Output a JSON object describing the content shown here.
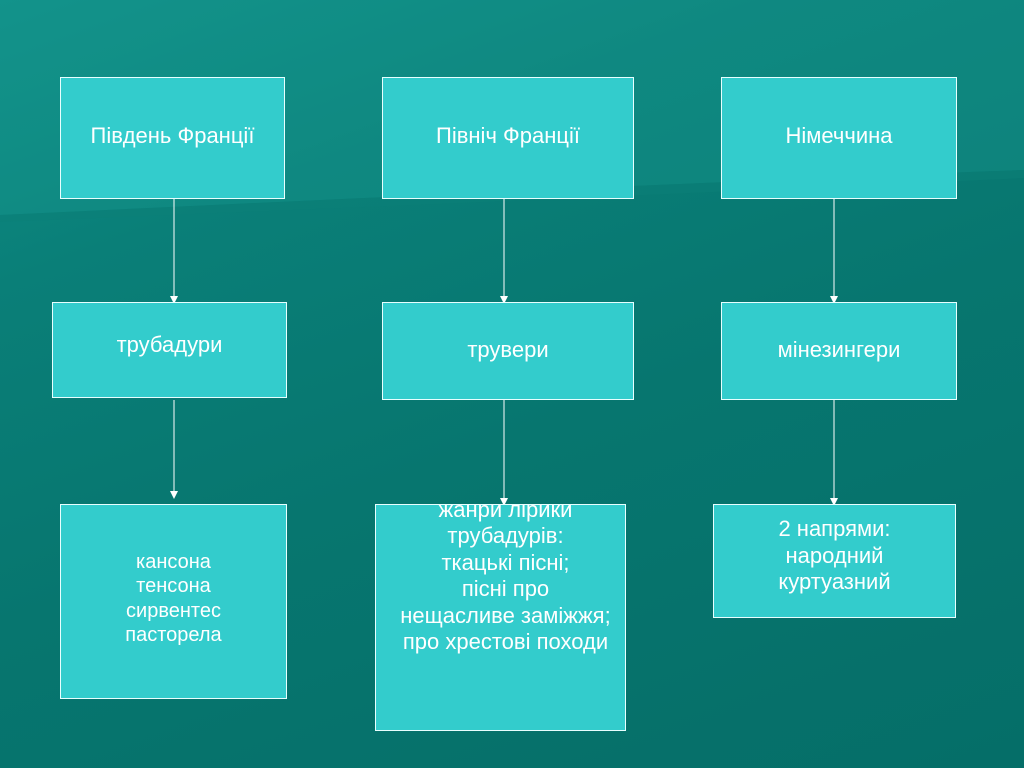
{
  "diagram": {
    "row1": {
      "left": "Південь Франції",
      "center": "Північ Франції",
      "right": "Німеччина"
    },
    "row2": {
      "left": "трубадури",
      "center": "трувери",
      "right": "мінезингери"
    },
    "row3": {
      "left": "кансона\nтенсона\nсирвентес\nпасторела",
      "center": "жанри лірики\nтрубадурів:\nткацькі пісні;\nпісні про\nнещасливе заміжжя;\nпро хрестові походи",
      "right": "2 напрями:\nнародний\nкуртуазний"
    }
  },
  "colors": {
    "background": "#07766f",
    "box_fill": "#33cccc",
    "box_border": "#e8ffff",
    "text": "#ffffff",
    "connector": "#ffffff"
  }
}
